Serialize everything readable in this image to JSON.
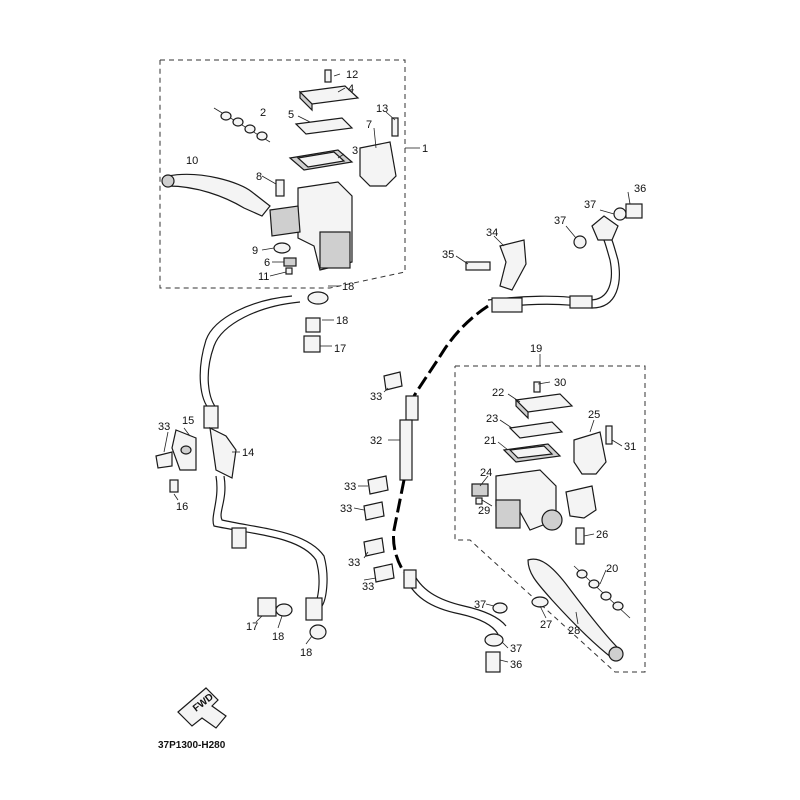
{
  "diagram": {
    "code": "37P1300-H280",
    "fwd_label": "FWD",
    "callouts": {
      "c1": "1",
      "c2": "2",
      "c3": "3",
      "c4": "4",
      "c5": "5",
      "c6": "6",
      "c7": "7",
      "c8": "8",
      "c9": "9",
      "c10": "10",
      "c11": "11",
      "c12": "12",
      "c13": "13",
      "c14": "14",
      "c15": "15",
      "c16": "16",
      "c17": "17",
      "c18": "18",
      "c19": "19",
      "c20": "20",
      "c21": "21",
      "c22": "22",
      "c23": "23",
      "c24": "24",
      "c25": "25",
      "c26": "26",
      "c27": "27",
      "c28": "28",
      "c29": "29",
      "c30": "30",
      "c31": "31",
      "c32": "32",
      "c33": "33",
      "c34": "34",
      "c35": "35",
      "c36": "36",
      "c37": "37"
    }
  }
}
